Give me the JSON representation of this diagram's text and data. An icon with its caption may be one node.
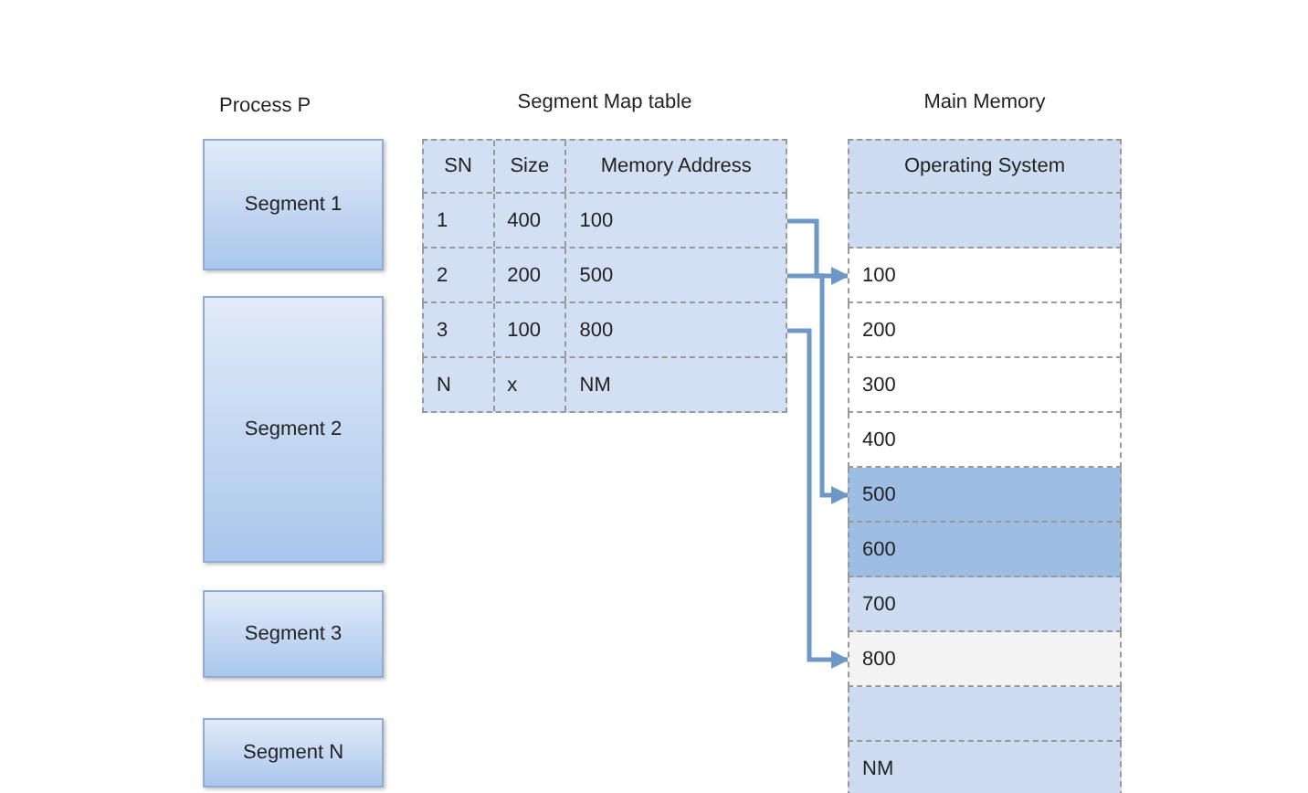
{
  "diagram": {
    "nodes": [
      {
        "text": [
          "Segment 1"
        ]
      },
      {
        "text": [
          "Segment 2"
        ]
      },
      {
        "text": [
          "Segment 3"
        ]
      },
      {
        "text": [
          "Segment N"
        ]
      },
      {
        "text": [
          "Segment Map table"
        ]
      },
      {
        "text": [
          "SN",
          "Size",
          "Memory Address"
        ],
        "in": 4
      },
      {
        "text": [
          "1",
          "400",
          "100"
        ],
        "in": 4
      },
      {
        "text": [
          "2",
          "200",
          "500"
        ],
        "in": 4
      },
      {
        "text": [
          "3",
          "100",
          "800"
        ],
        "in": 4
      },
      {
        "text": [
          "N",
          "x",
          "NM"
        ],
        "in": 4
      },
      {
        "text": [
          "Main Memory"
        ]
      },
      {
        "text": [
          "Operating System"
        ],
        "in": 10
      },
      {
        "text": [],
        "shape": "box",
        "in": 10
      },
      {
        "text": [
          "100"
        ],
        "in": 10
      },
      {
        "text": [
          "200"
        ],
        "in": 10
      },
      {
        "text": [
          "300"
        ],
        "in": 10
      },
      {
        "text": [
          "400"
        ],
        "in": 10
      },
      {
        "text": [
          "500"
        ],
        "in": 10
      },
      {
        "text": [
          "600"
        ],
        "in": 10
      },
      {
        "text": [
          "700"
        ],
        "in": 10
      },
      {
        "text": [
          "800"
        ],
        "in": 10
      },
      {
        "text": [],
        "shape": "box",
        "in": 10
      },
      {
        "text": [
          "NM"
        ],
        "in": 10
      }
    ],
    "edges": [
      {
        "from": 6,
        "to": 13,
        "arrow": "to"
      },
      {
        "from": 7,
        "to": 17,
        "arrow": "to"
      },
      {
        "from": 8,
        "to": 20,
        "arrow": "to"
      }
    ],
    "labels": [
      "Process P"
    ]
  }
}
